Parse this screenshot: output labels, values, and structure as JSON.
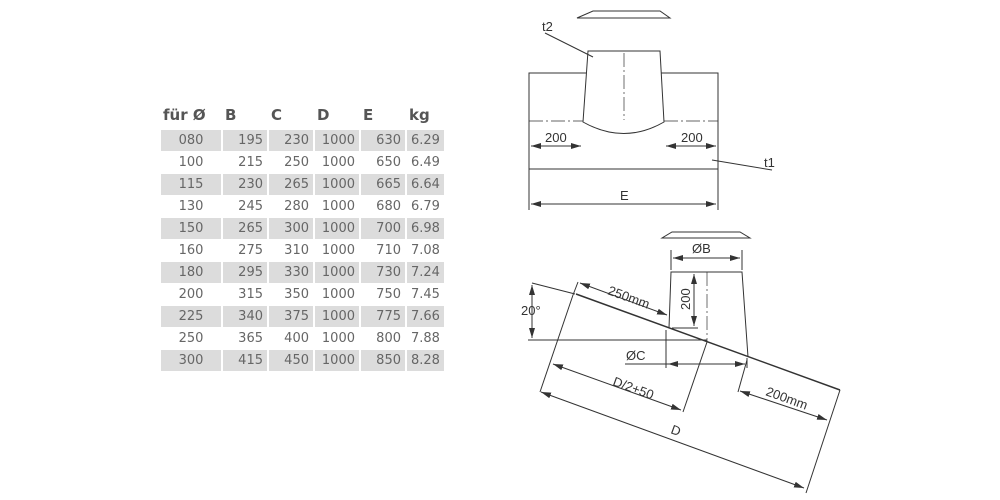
{
  "table": {
    "headers": [
      "für Ø",
      "B",
      "C",
      "D",
      "E",
      "kg"
    ],
    "rows": [
      [
        "080",
        "195",
        "230",
        "1000",
        "630",
        "6.29"
      ],
      [
        "100",
        "215",
        "250",
        "1000",
        "650",
        "6.49"
      ],
      [
        "115",
        "230",
        "265",
        "1000",
        "665",
        "6.64"
      ],
      [
        "130",
        "245",
        "280",
        "1000",
        "680",
        "6.79"
      ],
      [
        "150",
        "265",
        "300",
        "1000",
        "700",
        "6.98"
      ],
      [
        "160",
        "275",
        "310",
        "1000",
        "710",
        "7.08"
      ],
      [
        "180",
        "295",
        "330",
        "1000",
        "730",
        "7.24"
      ],
      [
        "200",
        "315",
        "350",
        "1000",
        "750",
        "7.45"
      ],
      [
        "225",
        "340",
        "375",
        "1000",
        "775",
        "7.66"
      ],
      [
        "250",
        "365",
        "400",
        "1000",
        "800",
        "7.88"
      ],
      [
        "300",
        "415",
        "450",
        "1000",
        "850",
        "8.28"
      ]
    ]
  },
  "front_view": {
    "t2": "t2",
    "t1": "t1",
    "left_200": "200",
    "right_200": "200",
    "width_E": "E"
  },
  "side_view": {
    "dia_B": "ØB",
    "height_200": "200",
    "roof_250": "250mm",
    "angle": "20°",
    "dia_C": "ØC",
    "half_D": "D/2+50",
    "offset_200": "200mm",
    "length_D": "D"
  }
}
